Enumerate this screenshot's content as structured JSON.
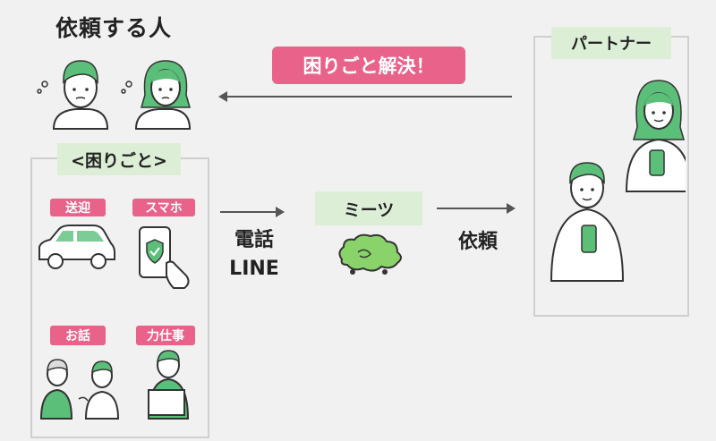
{
  "requester": {
    "title": "依頼する人"
  },
  "troubles": {
    "heading": "<困りごと>",
    "tags": [
      "送迎",
      "スマホ",
      "お話",
      "力仕事"
    ]
  },
  "resolved_banner": "困りごと解決！",
  "partner": {
    "heading": "パートナー"
  },
  "center": {
    "label": "ミーツ"
  },
  "edges": {
    "channel_line1": "電話",
    "channel_line2": "LINE",
    "request": "依頼"
  },
  "colors": {
    "pink": "#e8628a",
    "green": "#5bbf7a",
    "light_green": "#dcefd6"
  }
}
